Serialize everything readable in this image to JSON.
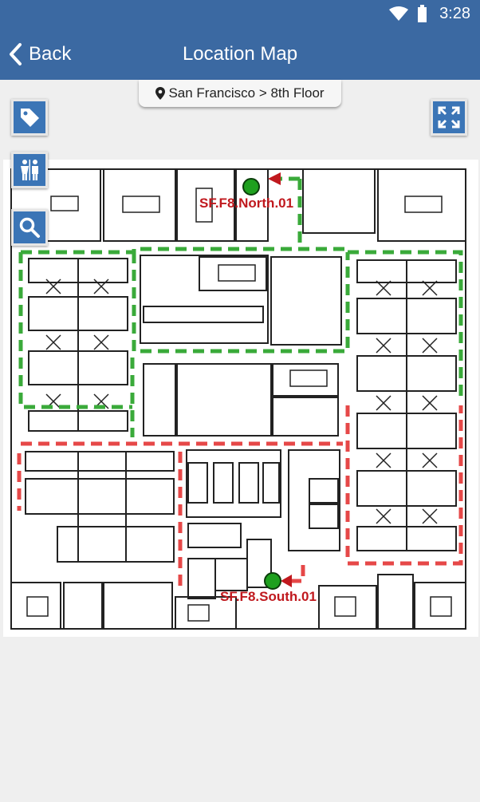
{
  "status_bar": {
    "time": "3:28",
    "icons": [
      "wifi-icon",
      "battery-icon"
    ]
  },
  "nav": {
    "back_label": "Back",
    "title": "Location Map",
    "back_icon": "chevron-left-icon"
  },
  "location": {
    "breadcrumb": "San Francisco > 8th Floor",
    "icon": "map-pin-icon"
  },
  "toolbar": {
    "buttons": [
      "tag-icon",
      "restroom-icon",
      "search-icon"
    ],
    "fullscreen": "expand-icon"
  },
  "map": {
    "markers": [
      {
        "label": "SF.F8.North.01",
        "color": "#1ea01e"
      },
      {
        "label": "SF.F8.South.01",
        "color": "#1ea01e"
      }
    ],
    "zone_colors": {
      "north": "#3aaa3a",
      "south": "#e64848",
      "label": "#c0191e"
    }
  },
  "colors": {
    "header": "#3b69a2",
    "button": "#3b75b6",
    "background": "#efefef"
  }
}
